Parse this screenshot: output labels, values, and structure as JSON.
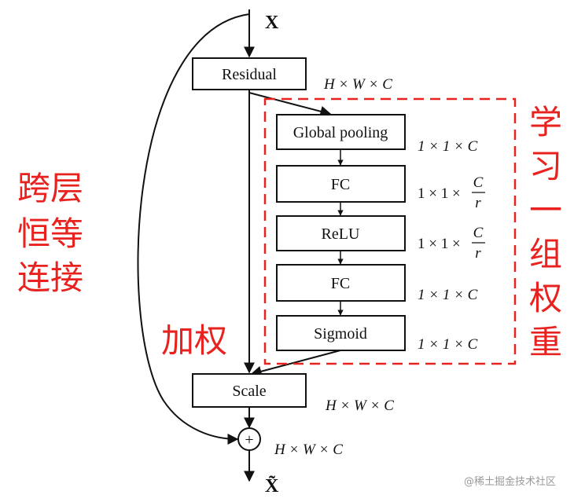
{
  "input_label": "X",
  "output_label": "X̃",
  "boxes": {
    "residual": "Residual",
    "global_pooling": "Global pooling",
    "fc1": "FC",
    "relu": "ReLU",
    "fc2": "FC",
    "sigmoid": "Sigmoid",
    "scale": "Scale"
  },
  "plus_symbol": "+",
  "dims": {
    "after_residual": "H × W × C",
    "global_pooling": "1 × 1 × C",
    "fc1_prefix": "1 × 1 ×",
    "fc1_num": "C",
    "fc1_den": "r",
    "relu_prefix": "1 × 1 ×",
    "relu_num": "C",
    "relu_den": "r",
    "fc2": "1 × 1 × C",
    "sigmoid": "1 × 1 × C",
    "after_scale": "H × W × C",
    "after_sum": "H × W × C"
  },
  "annotations": {
    "left_line1": "跨层",
    "left_line2": "恒等",
    "left_line3": "连接",
    "weighting": "加权",
    "right_vertical": [
      "学",
      "习",
      "一",
      "组",
      "权",
      "重"
    ]
  },
  "watermark": "@稀土掘金技术社区",
  "colors": {
    "accent_red": "#e8231f",
    "stroke": "#111111"
  }
}
